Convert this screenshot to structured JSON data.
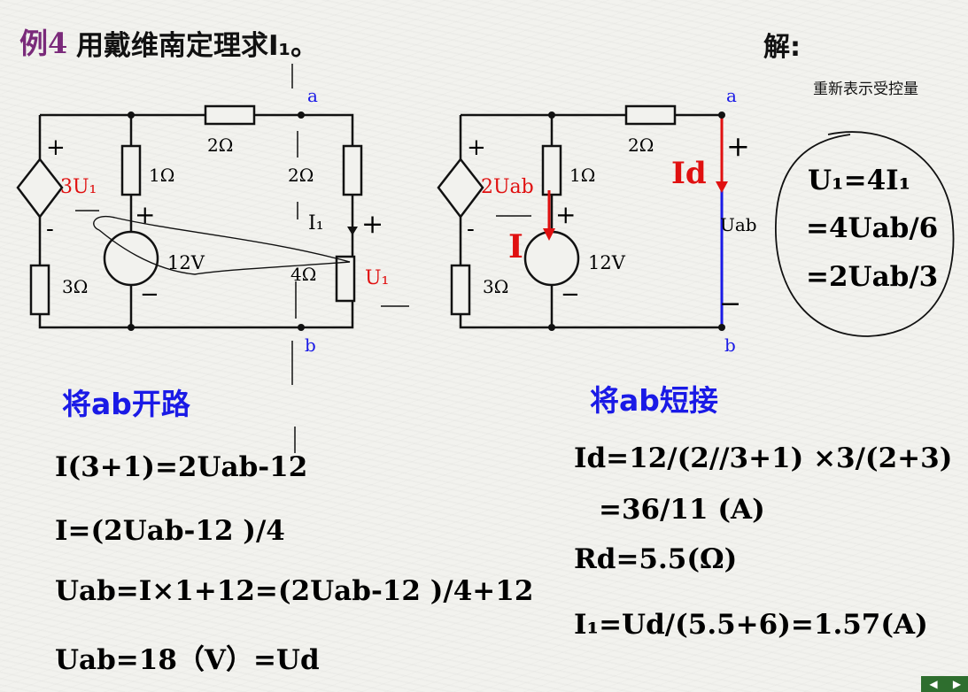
{
  "title": {
    "prefix": "例4",
    "text": " 用戴维南定理求I₁。"
  },
  "solution_label": "解:",
  "note_top_right": "重新表示受控量",
  "circuit_left": {
    "source_label": "3U₁",
    "r1": "1Ω",
    "r2": "2Ω",
    "r3": "2Ω",
    "r4": "4Ω",
    "r5": "3Ω",
    "voltage": "12V",
    "current": "I₁",
    "u1": "U₁",
    "node_a": "a",
    "node_b": "b"
  },
  "circuit_right": {
    "source_label": "2Uab",
    "r1": "1Ω",
    "r2": "2Ω",
    "r3": "3Ω",
    "voltage": "12V",
    "current_i": "I",
    "current_id": "Id",
    "uab": "Uab",
    "node_a": "a",
    "node_b": "b"
  },
  "circle_eq": {
    "l1": "U₁=4I₁",
    "l2": "=4Uab/6",
    "l3": "=2Uab/3"
  },
  "open_heading": "将ab开路",
  "short_heading": "将ab短接",
  "left_eqs": [
    "I(3+1)=2Uab-12",
    "I=(2Uab-12 )/4",
    "Uab=I×1+12=(2Uab-12 )/4+12",
    "Uab=18（V）=Ud"
  ],
  "right_eqs": [
    "Id=12/(2//3+1) ×3/(2+3)",
    "=36/11 (A)",
    "Rd=5.5(Ω)",
    "I₁=Ud/(5.5+6)=1.57(A)"
  ],
  "colors": {
    "purple": "#7a2a7a",
    "blue": "#1a1ae6",
    "red": "#e01010",
    "wire": "#111111"
  }
}
